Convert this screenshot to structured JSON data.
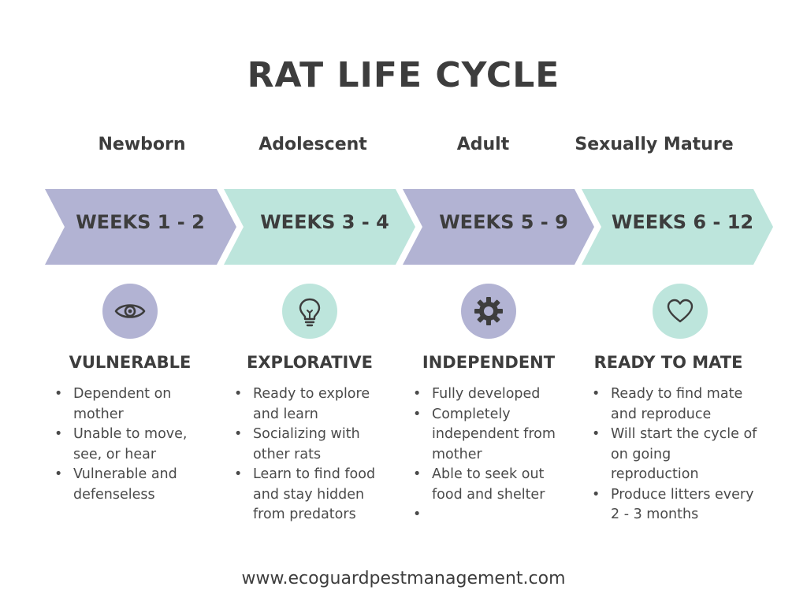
{
  "title": "RAT LIFE CYCLE",
  "colors": {
    "purple": "#b2b3d3",
    "mint": "#bde5dc",
    "text": "#3d3d3d"
  },
  "stages": [
    {
      "name": "Newborn",
      "weeks": "WEEKS 1 - 2",
      "icon": "eye-icon",
      "heading": "VULNERABLE",
      "bullets": [
        "Dependent on mother",
        "Unable to move, see, or hear",
        "Vulnerable and defenseless"
      ]
    },
    {
      "name": "Adolescent",
      "weeks": "WEEKS 3 - 4",
      "icon": "lightbulb-icon",
      "heading": "EXPLORATIVE",
      "bullets": [
        "Ready to explore and learn",
        "Socializing with other rats",
        "Learn to find food and stay hidden from predators"
      ]
    },
    {
      "name": "Adult",
      "weeks": "WEEKS 5 - 9",
      "icon": "gear-icon",
      "heading": "INDEPENDENT",
      "bullets": [
        "Fully developed",
        "Completely independent from mother",
        "Able to seek out food and shelter",
        ""
      ]
    },
    {
      "name": "Sexually Mature",
      "weeks": "WEEKS 6 - 12",
      "icon": "heart-icon",
      "heading": "READY TO MATE",
      "bullets": [
        "Ready to find mate and reproduce",
        "Will start the cycle of on going reproduction",
        "Produce litters every 2 - 3 months"
      ]
    }
  ],
  "footer": "www.ecoguardpestmanagement.com"
}
